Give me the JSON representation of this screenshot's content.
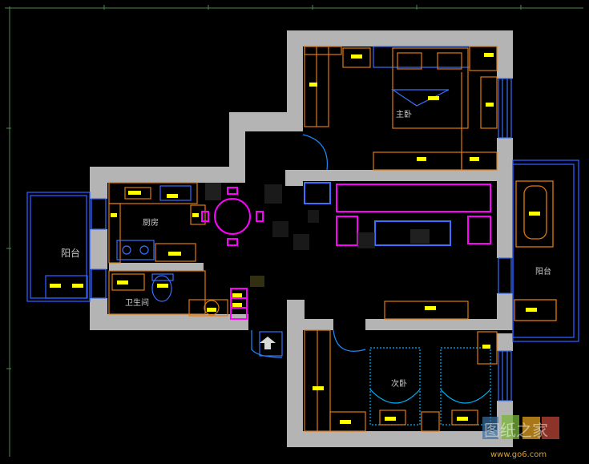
{
  "rooms": {
    "master_bedroom": "主卧",
    "kitchen": "厨房",
    "balcony_left": "阳台",
    "bathroom": "卫生间",
    "balcony_right": "阳台",
    "second_bedroom": "次卧"
  },
  "watermark": {
    "brand": "图纸之家",
    "domain": "www.go6.com"
  },
  "colors": {
    "background": "#000000",
    "wall": "#b4b4b4",
    "furniture": "#e07a10",
    "tag": "#ffff00",
    "dining": "#ff00ff",
    "window": "#3a6fff",
    "door": "#1a8cff",
    "text": "#c8c8c8"
  }
}
